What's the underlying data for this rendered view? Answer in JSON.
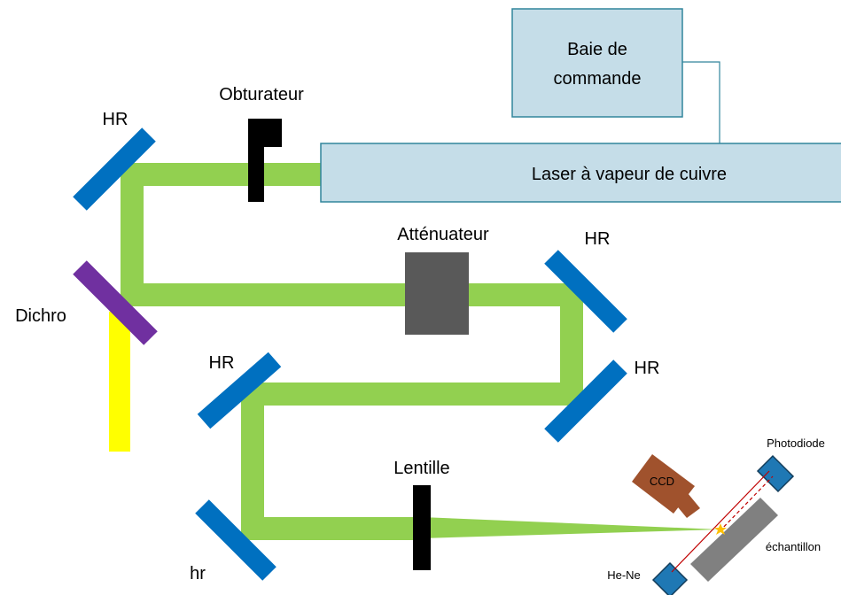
{
  "labels": {
    "baie": [
      "Baie de",
      "commande"
    ],
    "laser": "Laser à vapeur de cuivre",
    "obturateur": "Obturateur",
    "hr_top_left": "HR",
    "dichro": "Dichro",
    "attenuateur": "Atténuateur",
    "hr_right_top": "HR",
    "hr_right_bottom": "HR",
    "hr_middle_left": "HR",
    "hr_lower_left": "hr",
    "lentille": "Lentille",
    "ccd": "CCD",
    "photodiode": "Photodiode",
    "echantillon": "échantillon",
    "he_ne": "He-Ne"
  },
  "colors": {
    "beam_green": "#92d050",
    "beam_yellow": "#ffff00",
    "mirror_blue": "#0070c0",
    "dichro_purple": "#7030a0",
    "box_fill": "#c5dde8",
    "box_stroke": "#31859c",
    "attenuator_gray": "#595959",
    "ccd_brown": "#a0522d",
    "sample_gray": "#808080",
    "he_ne_blue": "#1f78b4",
    "probe_red": "#c00000"
  }
}
